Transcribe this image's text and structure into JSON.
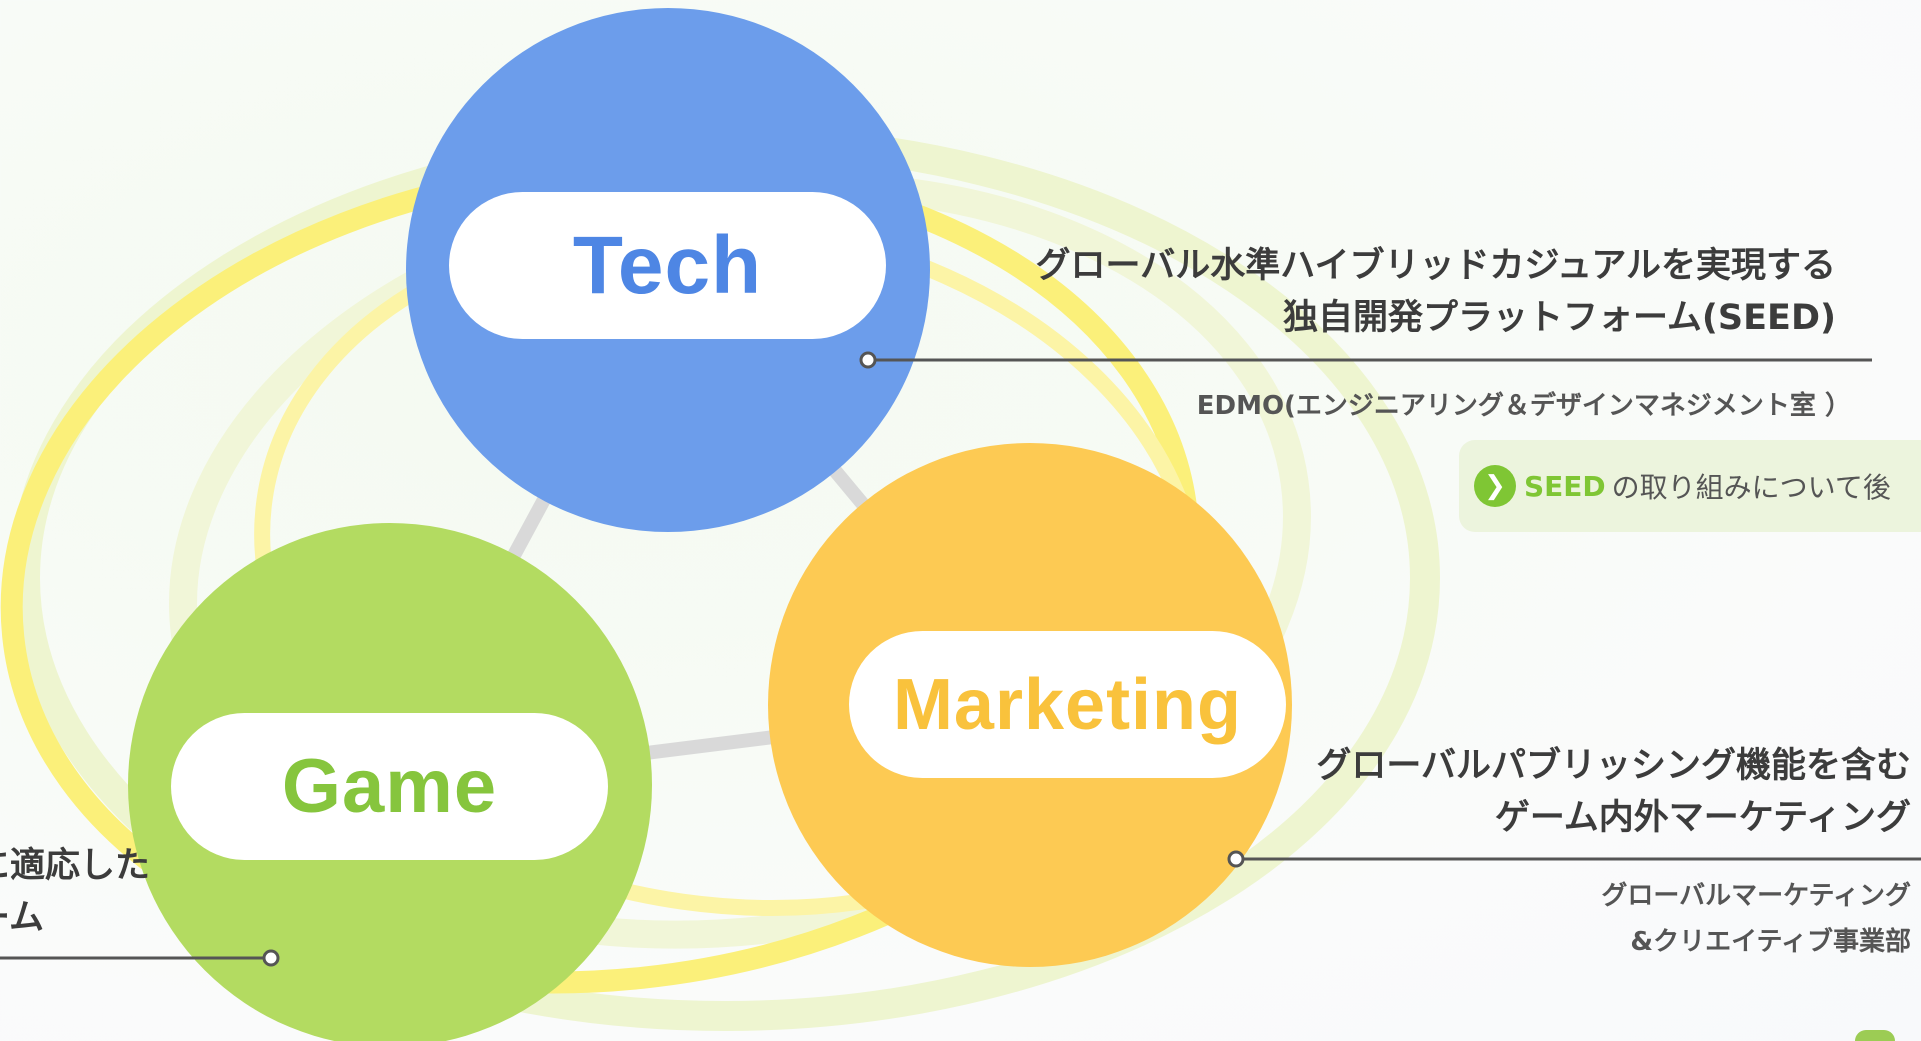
{
  "circles": {
    "tech": {
      "label": "Tech",
      "color": "#6c9deb",
      "text_color": "#4e86e4"
    },
    "marketing": {
      "label": "Marketing",
      "color": "#fdca53",
      "text_color": "#f9c23c"
    },
    "game": {
      "label": "Game",
      "color": "#b3db61",
      "text_color": "#86c53d"
    }
  },
  "tech_desc": {
    "line1": "グローバル水準ハイブリッドカジュアルを実現する",
    "line2": "独自開発プラットフォーム(SEED)",
    "dept": "EDMO(エンジニアリング＆デザインマネジメント室 ）"
  },
  "seed_link": {
    "keyword": "SEED",
    "text": "の取り組みについて後"
  },
  "marketing_desc": {
    "line1": "グローバルパブリッシング機能を含む",
    "line2": "ゲーム内外マーケティング",
    "dept_line1": "グローバルマーケティング",
    "dept_line2": "&クリエイティブ事業部"
  },
  "game_desc": {
    "line1": "営に適応した",
    "line2": "ゲーム"
  },
  "colors": {
    "ring_yellow": "#fbf07a",
    "ring_pale": "#eef5d0",
    "connector": "#d9d9d9",
    "leader_line": "#555555",
    "accent_green": "#7fc634"
  }
}
